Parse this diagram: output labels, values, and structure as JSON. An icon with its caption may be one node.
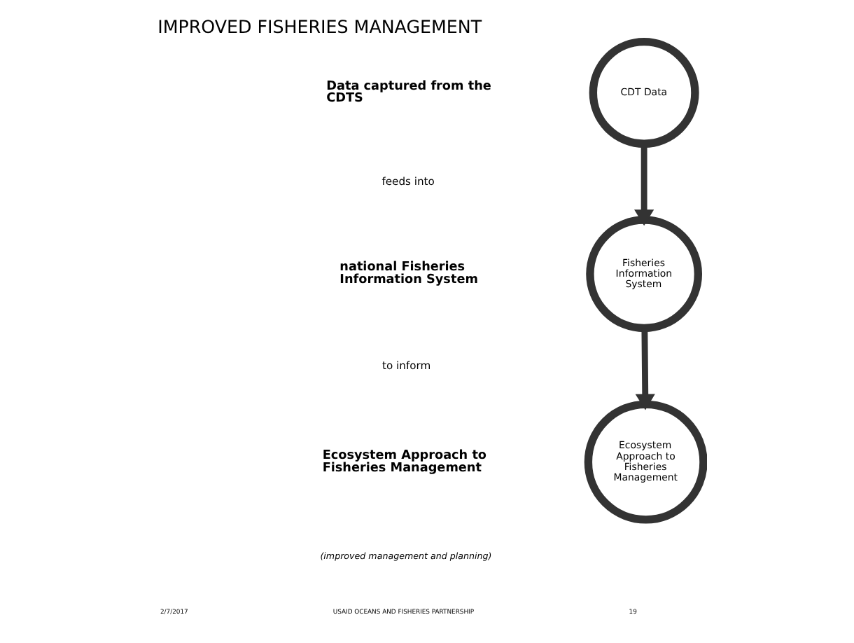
{
  "diagram": {
    "title": "IMPROVED FISHERIES MANAGEMENT",
    "nodes": [
      {
        "text": [
          "CDT Data"
        ]
      },
      {
        "text": [
          "Fisheries Information System"
        ]
      },
      {
        "text": [
          "Ecosystem Approach to Fisheries Management"
        ]
      }
    ],
    "edges": [
      {
        "from": 0,
        "to": 1,
        "arrow": "to"
      },
      {
        "from": 1,
        "to": 2,
        "arrow": "to"
      }
    ],
    "labels": [
      "Data captured from the CDTS",
      "feeds into",
      "national Fisheries Information System",
      "to inform",
      "Ecosystem Approach to Fisheries Management",
      "(improved management and planning)",
      "2/7/2017",
      "USAID OCEANS AND FISHERIES PARTNERSHIP",
      "19"
    ]
  }
}
